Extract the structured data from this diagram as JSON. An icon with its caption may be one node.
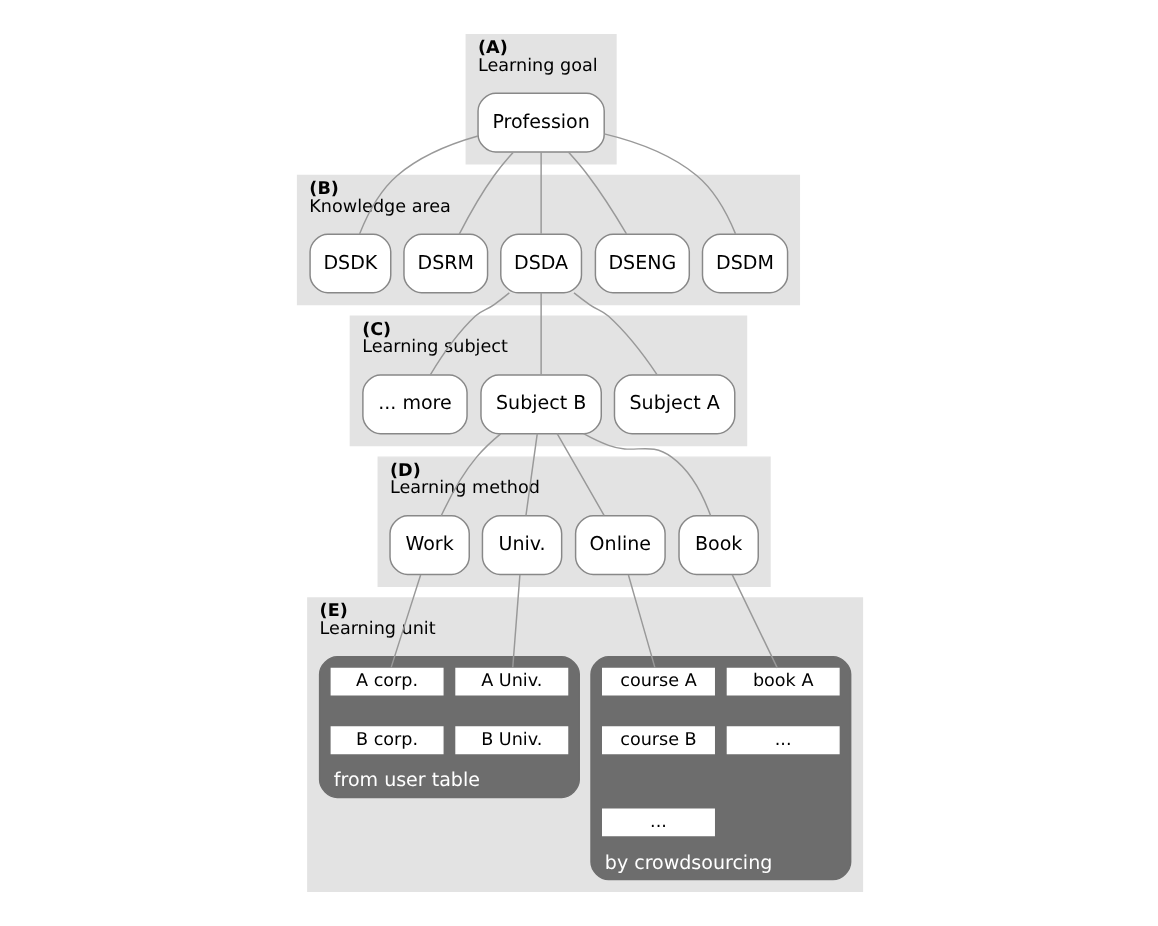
{
  "diagram": {
    "nodes": [
      {
        "text": [
          "(A)",
          "Learning goal"
        ]
      },
      {
        "text": [
          "Profession"
        ],
        "in": 0
      },
      {
        "text": [
          "(B)",
          "Knowledge area"
        ]
      },
      {
        "text": [
          "DSDM"
        ],
        "in": 2
      },
      {
        "text": [
          "DSENG"
        ],
        "in": 2
      },
      {
        "text": [
          "DSDA"
        ],
        "in": 2
      },
      {
        "text": [
          "DSRM"
        ],
        "in": 2
      },
      {
        "text": [
          "DSDK"
        ],
        "in": 2
      },
      {
        "text": [
          "(C)",
          "Learning subject"
        ]
      },
      {
        "text": [
          "Subject A"
        ],
        "in": 8
      },
      {
        "text": [
          "Subject B"
        ],
        "in": 8
      },
      {
        "text": [
          "... more"
        ],
        "in": 8
      },
      {
        "text": [
          "(D)",
          "Learning method"
        ]
      },
      {
        "text": [
          "Book"
        ],
        "in": 12
      },
      {
        "text": [
          "Online"
        ],
        "in": 12
      },
      {
        "text": [
          "Univ."
        ],
        "in": 12
      },
      {
        "text": [
          "Work"
        ],
        "in": 12
      },
      {
        "text": [
          "(E)",
          "Learning unit"
        ]
      },
      {
        "text": [
          "by crowdsourcing"
        ],
        "in": 17
      },
      {
        "text": [
          "book A"
        ],
        "in": 18
      },
      {
        "text": [
          "..."
        ],
        "in": 18
      },
      {
        "text": [
          "course A"
        ],
        "in": 18
      },
      {
        "text": [
          "course B"
        ],
        "in": 18
      },
      {
        "text": [
          "..."
        ],
        "in": 18
      },
      {
        "text": [
          "from user table"
        ],
        "in": 17
      },
      {
        "text": [
          "A Univ."
        ],
        "in": 24
      },
      {
        "text": [
          "B Univ."
        ],
        "in": 24
      },
      {
        "text": [
          "A corp."
        ],
        "in": 24
      },
      {
        "text": [
          "B corp."
        ],
        "in": 24
      }
    ],
    "edges": [
      {
        "from": 1,
        "to": 3,
        "arrow": "none"
      },
      {
        "from": 1,
        "to": 4,
        "arrow": "none"
      },
      {
        "from": 1,
        "to": 5,
        "arrow": "none"
      },
      {
        "from": 1,
        "to": 6,
        "arrow": "none"
      },
      {
        "from": 1,
        "to": 7,
        "arrow": "none"
      },
      {
        "from": 5,
        "to": 9,
        "arrow": "none"
      },
      {
        "from": 5,
        "to": 10,
        "arrow": "none"
      },
      {
        "from": 5,
        "to": 11,
        "arrow": "none"
      },
      {
        "from": 10,
        "to": 13,
        "arrow": "none"
      },
      {
        "from": 10,
        "to": 14,
        "arrow": "none"
      },
      {
        "from": 10,
        "to": 15,
        "arrow": "none"
      },
      {
        "from": 10,
        "to": 16,
        "arrow": "none"
      },
      {
        "from": 13,
        "to": 19,
        "arrow": "none"
      },
      {
        "from": 14,
        "to": 21,
        "arrow": "none"
      },
      {
        "from": 15,
        "to": 25,
        "arrow": "none"
      },
      {
        "from": 16,
        "to": 27,
        "arrow": "none"
      }
    ]
  }
}
